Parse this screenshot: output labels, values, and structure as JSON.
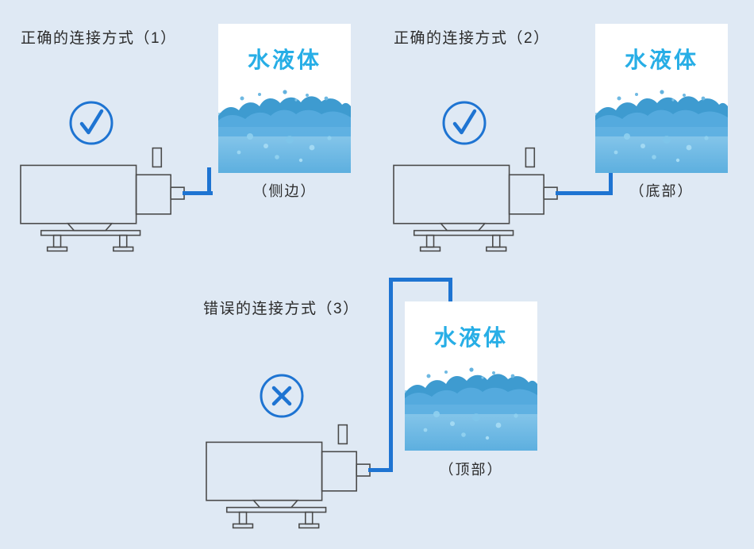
{
  "colors": {
    "background": "#dfe9f4",
    "accent_blue": "#1e74d2",
    "water_label": "#27aee6",
    "pump_line": "#4a4a4a",
    "text": "#2b2b2b"
  },
  "sections": [
    {
      "title": "正确的连接方式（1）",
      "status": "correct",
      "mark": "√",
      "tank_label": "水液体",
      "position_label": "（侧边）"
    },
    {
      "title": "正确的连接方式（2）",
      "status": "correct",
      "mark": "√",
      "tank_label": "水液体",
      "position_label": "（底部）"
    },
    {
      "title": "错误的连接方式（3）",
      "status": "wrong",
      "mark": "×",
      "tank_label": "水液体",
      "position_label": "（顶部）"
    }
  ]
}
